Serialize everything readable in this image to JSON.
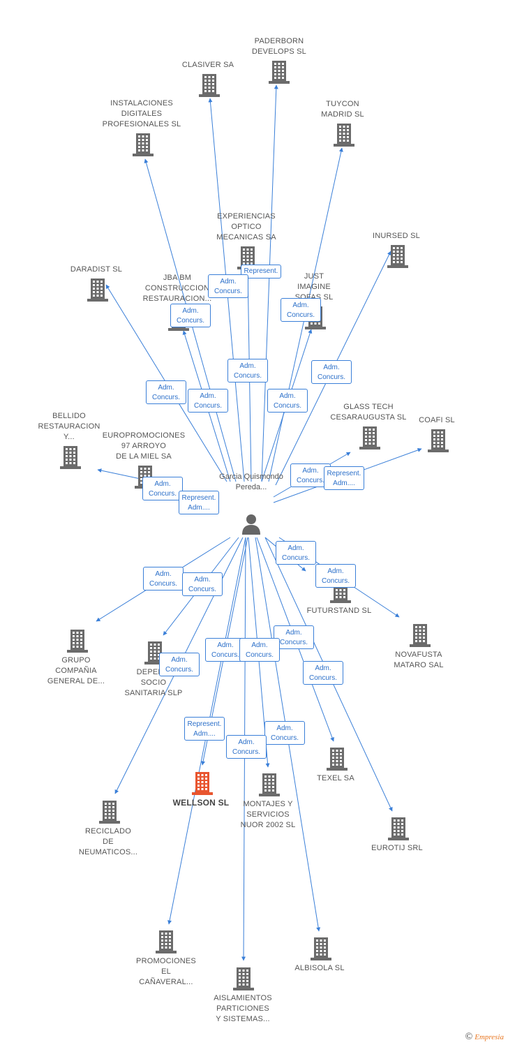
{
  "center": {
    "label": "Garcia Quismondo Pereda..."
  },
  "colors": {
    "edge": "#3a7fd8",
    "building": "#6b6b6b",
    "highlight": "#e8552f",
    "text": "#555555"
  },
  "nodes": [
    {
      "id": "paderborn",
      "lines": [
        "PADERBORN",
        "DEVELOPS SL"
      ]
    },
    {
      "id": "clasiver",
      "lines": [
        "CLASIVER SA"
      ]
    },
    {
      "id": "instalaciones",
      "lines": [
        "INSTALACIONES",
        "DIGITALES",
        "PROFESIONALES SL"
      ]
    },
    {
      "id": "tuycon",
      "lines": [
        "TUYCON",
        "MADRID SL"
      ]
    },
    {
      "id": "experiencias",
      "lines": [
        "EXPERIENCIAS",
        "OPTICO",
        "MECANICAS SA"
      ]
    },
    {
      "id": "inursed",
      "lines": [
        "INURSED SL"
      ]
    },
    {
      "id": "daradist",
      "lines": [
        "DARADIST SL"
      ]
    },
    {
      "id": "jbabm",
      "lines": [
        "JBA BM",
        "CONSTRUCCION",
        "RESTAURACION..."
      ]
    },
    {
      "id": "just",
      "lines": [
        "JUST",
        "IMAGINE",
        "SOFAS SL"
      ]
    },
    {
      "id": "glasstech",
      "lines": [
        "GLASS TECH",
        "CESARAUGUSTA SL"
      ]
    },
    {
      "id": "coafi",
      "lines": [
        "COAFI SL"
      ]
    },
    {
      "id": "bellido",
      "lines": [
        "BELLIDO",
        "RESTAURACION",
        "Y..."
      ]
    },
    {
      "id": "europromociones",
      "lines": [
        "EUROPROMOCIONES",
        "97 ARROYO",
        "DE LA MIEL SA"
      ]
    },
    {
      "id": "futurstand",
      "lines": [
        "FUTURSTAND SL"
      ]
    },
    {
      "id": "novafusta",
      "lines": [
        "NOVAFUSTA",
        "MATARO SAL"
      ]
    },
    {
      "id": "grupo",
      "lines": [
        "GRUPO",
        "COMPAÑIA",
        "GENERAL DE..."
      ]
    },
    {
      "id": "depen",
      "lines": [
        "DEPEN...",
        "SOCIO",
        "SANITARIA SLP"
      ]
    },
    {
      "id": "texel",
      "lines": [
        "TEXEL SA"
      ]
    },
    {
      "id": "wellson",
      "lines": [
        "WELLSON SL"
      ],
      "highlight": true
    },
    {
      "id": "montajes",
      "lines": [
        "MONTAJES Y",
        "SERVICIOS",
        "NUOR 2002 SL"
      ]
    },
    {
      "id": "reciclado",
      "lines": [
        "RECICLADO",
        "DE",
        "NEUMATICOS..."
      ]
    },
    {
      "id": "eurotij",
      "lines": [
        "EUROTIJ SRL"
      ]
    },
    {
      "id": "promociones",
      "lines": [
        "PROMOCIONES",
        "EL",
        "CAÑAVERAL..."
      ]
    },
    {
      "id": "albisola",
      "lines": [
        "ALBISOLA SL"
      ]
    },
    {
      "id": "aislamientos",
      "lines": [
        "AISLAMIENTOS",
        "PARTICIONES",
        "Y SISTEMAS..."
      ]
    }
  ],
  "relations": [
    {
      "lines": [
        "Represent.",
        ""
      ]
    },
    {
      "lines": [
        "Adm.",
        "Concurs."
      ]
    },
    {
      "lines": [
        "Adm.",
        "Concurs."
      ]
    },
    {
      "lines": [
        "Adm.",
        "Concurs."
      ]
    },
    {
      "lines": [
        "Adm.",
        "Concurs."
      ]
    },
    {
      "lines": [
        "Adm.",
        "Concurs."
      ]
    },
    {
      "lines": [
        "Adm.",
        "Concurs."
      ]
    },
    {
      "lines": [
        "Adm.",
        "Concurs."
      ]
    },
    {
      "lines": [
        "Adm.",
        "Concurs."
      ]
    },
    {
      "lines": [
        "Adm.",
        "Concurs."
      ]
    },
    {
      "lines": [
        "Represent.",
        "Adm...."
      ]
    },
    {
      "lines": [
        "Adm.",
        "Concurs."
      ]
    },
    {
      "lines": [
        "Represent.",
        "Adm...."
      ]
    },
    {
      "lines": [
        "Adm.",
        "Concurs."
      ]
    },
    {
      "lines": [
        "Adm.",
        "Concurs."
      ]
    },
    {
      "lines": [
        "Adm.",
        "Concurs."
      ]
    },
    {
      "lines": [
        "Adm.",
        "Concurs."
      ]
    },
    {
      "lines": [
        "Adm.",
        "Concurs."
      ]
    },
    {
      "lines": [
        "Adm.",
        "Concurs."
      ]
    },
    {
      "lines": [
        "Adm.",
        "Concurs."
      ]
    },
    {
      "lines": [
        "Adm.",
        "Concurs."
      ]
    },
    {
      "lines": [
        "Adm.",
        "Concurs."
      ]
    },
    {
      "lines": [
        "Represent.",
        "Adm...."
      ]
    },
    {
      "lines": [
        "Adm.",
        "Concurs."
      ]
    },
    {
      "lines": [
        "Adm.",
        "Concurs."
      ]
    }
  ],
  "footer": {
    "copyright": "©",
    "brand": "Empresia"
  }
}
